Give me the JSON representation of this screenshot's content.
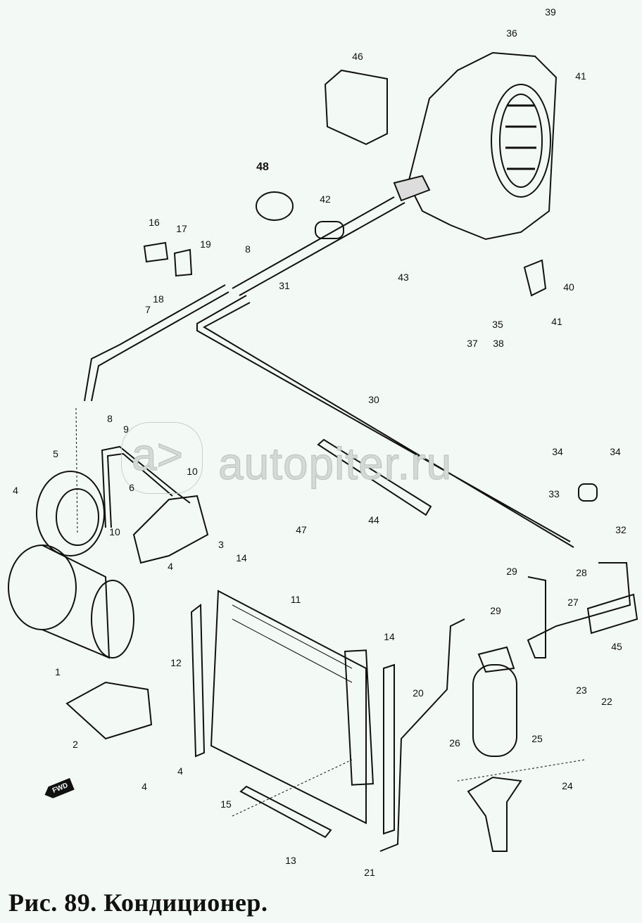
{
  "figure": {
    "caption": "Рис. 89. Кондиционер.",
    "watermark": "autopiter.ru",
    "watermark_logo": "a>",
    "direction_marker": "FWD"
  },
  "callouts": [
    "39",
    "36",
    "41",
    "46",
    "48",
    "42",
    "16",
    "17",
    "19",
    "8",
    "43",
    "40",
    "18",
    "31",
    "7",
    "41",
    "35",
    "37",
    "38",
    "8",
    "30",
    "9",
    "5",
    "34",
    "34",
    "10",
    "6",
    "33",
    "4",
    "10",
    "3",
    "44",
    "32",
    "47",
    "4",
    "14",
    "11",
    "29",
    "28",
    "27",
    "29",
    "14",
    "45",
    "12",
    "1",
    "20",
    "23",
    "22",
    "2",
    "26",
    "25",
    "4",
    "4",
    "24",
    "15",
    "13",
    "21"
  ]
}
